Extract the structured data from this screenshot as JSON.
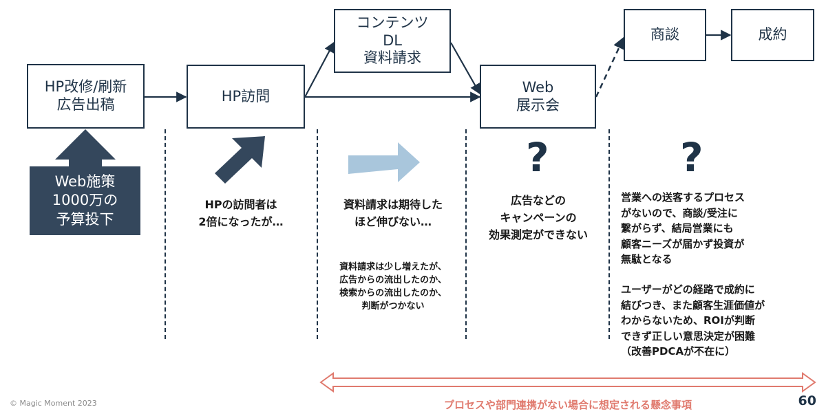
{
  "flow": {
    "hp_renewal": "HP改修/刷新\n広告出稿",
    "hp_visit": "HP訪問",
    "contents": "コンテンツ\nDL\n資料請求",
    "web_exhibition": "Web\n展示会",
    "negotiation": "商談",
    "contract": "成約"
  },
  "budget_label": "Web施策\n1000万の\n予算投下",
  "notes": {
    "col1_headline": "HPの訪問者は\n2倍になったが…",
    "col2_headline": "資料請求は期待した\nほど伸びない…",
    "col2_detail": "資料請求は少し増えたが、\n広告からの流出したのか、\n検索からの流出したのか、\n判断がつかない",
    "col3_question": "?",
    "col3_headline": "広告などの\nキャンペーンの\n効果測定ができない",
    "col4_question": "?",
    "col4_text1": "営業への送客するプロセス\nがないので、商談/受注に\n繋がらず、結局営業にも\n顧客ニーズが届かず投資が\n無駄となる",
    "col4_text2": "ユーザーがどの経路で成約に\n結びつき、また顧客生涯価値が\nわからないため、ROIが判断\nできず正しい意思決定が困難\n（改善PDCAが不在に）"
  },
  "concern_label": "プロセスや部門連携がない場合に想定される懸念事項",
  "footer": {
    "copyright": "© Magic Moment 2023",
    "page_number": "60"
  },
  "colors": {
    "navy": "#1f3347",
    "budget_bg": "#34475c",
    "light_arrow": "#a9c6dc",
    "concern": "#e07a6e"
  },
  "icons": {
    "up_arrow": "up-arrow-icon",
    "diagonal_arrow": "diagonal-arrow-icon",
    "right_arrow": "right-arrow-icon"
  }
}
